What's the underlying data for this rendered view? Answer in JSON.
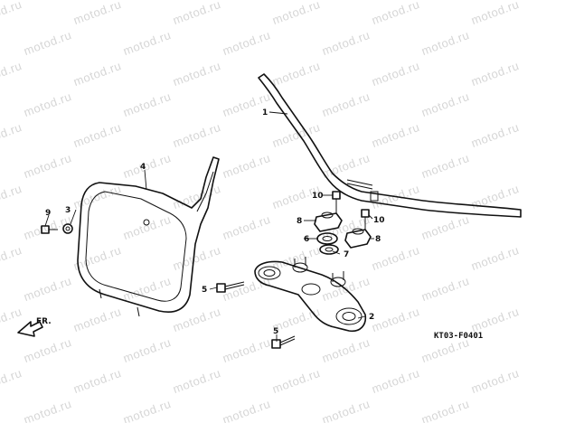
{
  "watermark": "motod.ru",
  "diagram_code": "KT03-F0401",
  "direction_label": "FR.",
  "callouts": {
    "handlebar": "1",
    "top_bridge": "2",
    "washer_3": "3",
    "number_plate": "4",
    "bolt_5_left": "5",
    "bolt_5_bottom": "5",
    "collar_6": "6",
    "washer_7": "7",
    "holder_8_left": "8",
    "holder_8_right": "8",
    "bolt_9": "9",
    "bolt_10_left": "10",
    "bolt_10_right": "10"
  }
}
